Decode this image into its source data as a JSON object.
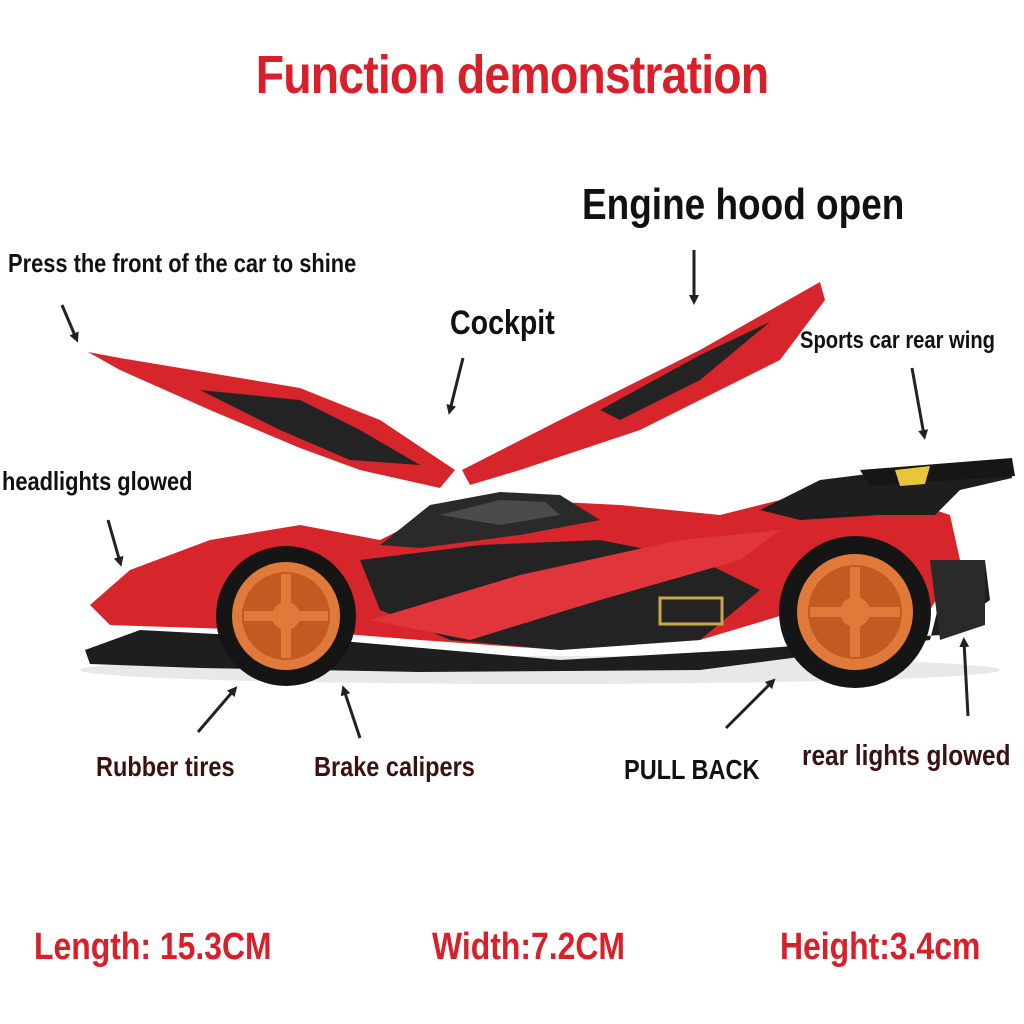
{
  "title": "Function demonstration",
  "labels": {
    "press_front": "Press the front of the car to shine",
    "engine_hood": "Engine hood open",
    "cockpit": "Cockpit",
    "rear_wing": "Sports car rear wing",
    "headlights": "headlights glowed",
    "rubber_tires": "Rubber tires",
    "brake_calipers": "Brake calipers",
    "pull_back": "PULL BACK",
    "rear_lights": "rear lights glowed"
  },
  "dimensions": {
    "length": "Length:  15.3CM",
    "width": "Width:7.2CM",
    "height": "Height:3.4cm"
  },
  "colors": {
    "title": "#d9202a",
    "car_body": "#d7262b",
    "car_black": "#1c1c1c",
    "wheel_rim": "#e07a3a",
    "arrow": "#222222"
  }
}
